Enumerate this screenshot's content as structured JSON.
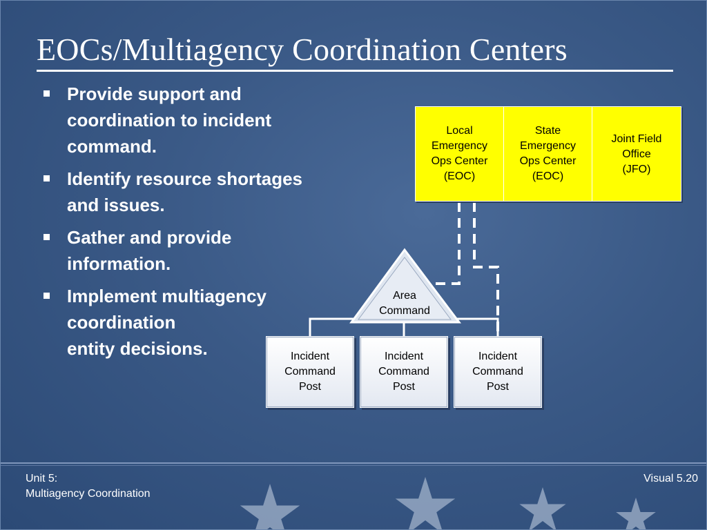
{
  "title": "EOCs/Multiagency Coordination Centers",
  "bullets": [
    "Provide support and\ncoordination to incident\ncommand.",
    "Identify resource shortages\nand issues.",
    "Gather and provide\ninformation.",
    "Implement multiagency\ncoordination\nentity decisions."
  ],
  "diagram": {
    "top_boxes": [
      {
        "label": "Local\nEmergency\nOps Center\n(EOC)"
      },
      {
        "label": "State\nEmergency\nOps Center\n(EOC)"
      },
      {
        "label": "Joint Field\nOffice\n(JFO)"
      }
    ],
    "area_command": "Area\nCommand",
    "incident_posts": [
      {
        "label": "Incident\nCommand\nPost"
      },
      {
        "label": "Incident\nCommand\nPost"
      },
      {
        "label": "Incident\nCommand\nPost"
      }
    ],
    "colors": {
      "eoc_fill": "#ffff00",
      "background": "#3a5986"
    }
  },
  "footer": {
    "unit": "Unit 5:",
    "unit_title": "Multiagency Coordination",
    "visual": "Visual 5.20"
  }
}
